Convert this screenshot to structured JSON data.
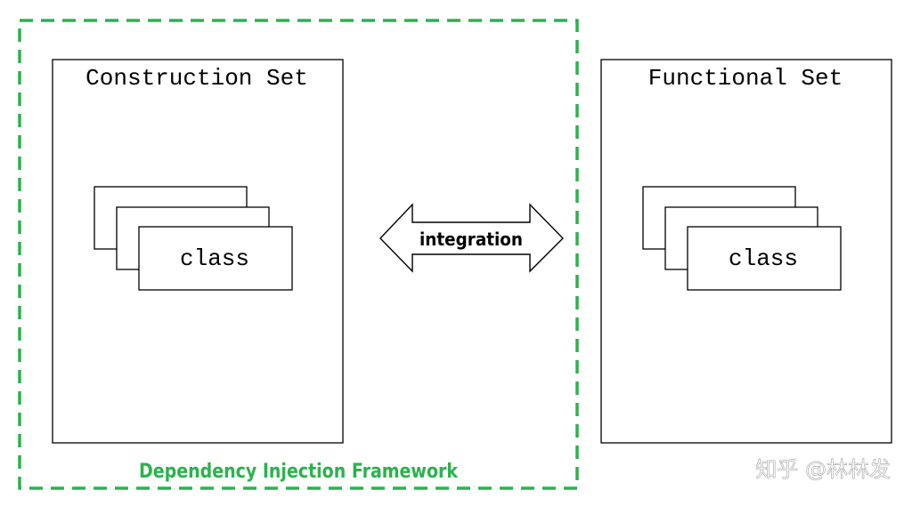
{
  "framework": {
    "label": "Dependency Injection Framework",
    "color": "#2bb24c"
  },
  "construction_set": {
    "title": "Construction Set",
    "class_label": "class"
  },
  "functional_set": {
    "title": "Functional Set",
    "class_label": "class"
  },
  "arrow": {
    "label": "integration",
    "direction": "bidirectional"
  },
  "watermark": "知乎 @林林发"
}
